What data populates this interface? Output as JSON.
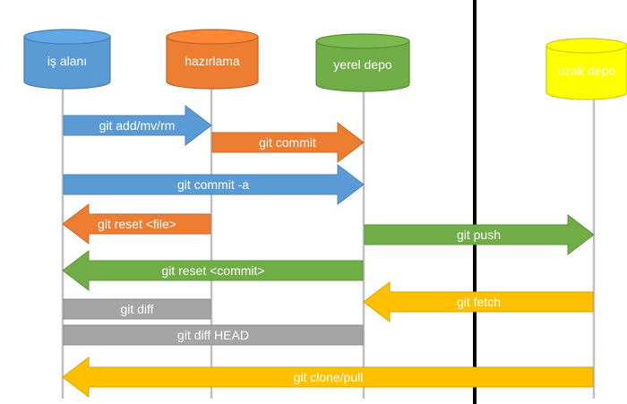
{
  "stores": [
    {
      "id": "workspace",
      "label": "iş alanı",
      "color": "#5b9bd5"
    },
    {
      "id": "staging",
      "label": "hazırlama",
      "color": "#ed7d31"
    },
    {
      "id": "local",
      "label": "yerel depo",
      "color": "#70ad47"
    },
    {
      "id": "remote",
      "label": "uzak depo",
      "color": "#ffff00"
    }
  ],
  "commands": [
    {
      "label": "git add/mv/rm",
      "from": "workspace",
      "to": "staging",
      "color": "#5b9bd5",
      "kind": "arrow"
    },
    {
      "label": "git commit",
      "from": "staging",
      "to": "local",
      "color": "#ed7d31",
      "kind": "arrow"
    },
    {
      "label": "git commit -a",
      "from": "workspace",
      "to": "local",
      "color": "#5b9bd5",
      "kind": "arrow"
    },
    {
      "label": "git reset <file>",
      "from": "staging",
      "to": "workspace",
      "color": "#ed7d31",
      "kind": "arrow"
    },
    {
      "label": "git push",
      "from": "local",
      "to": "remote",
      "color": "#70ad47",
      "kind": "arrow"
    },
    {
      "label": "git reset <commit>",
      "from": "local",
      "to": "workspace",
      "color": "#70ad47",
      "kind": "arrow"
    },
    {
      "label": "git fetch",
      "from": "remote",
      "to": "local",
      "color": "#ffc000",
      "kind": "arrow"
    },
    {
      "label": "git diff",
      "from": "workspace",
      "to": "staging",
      "color": "#a5a5a5",
      "kind": "bar"
    },
    {
      "label": "git diff HEAD",
      "from": "workspace",
      "to": "local",
      "color": "#a5a5a5",
      "kind": "bar"
    },
    {
      "label": "git clone/pull",
      "from": "remote",
      "to": "workspace",
      "color": "#ffc000",
      "kind": "arrow"
    }
  ],
  "colors": {
    "lifeline": "#bfbfbf",
    "divider": "#000000",
    "label_text": "#ffffff"
  }
}
